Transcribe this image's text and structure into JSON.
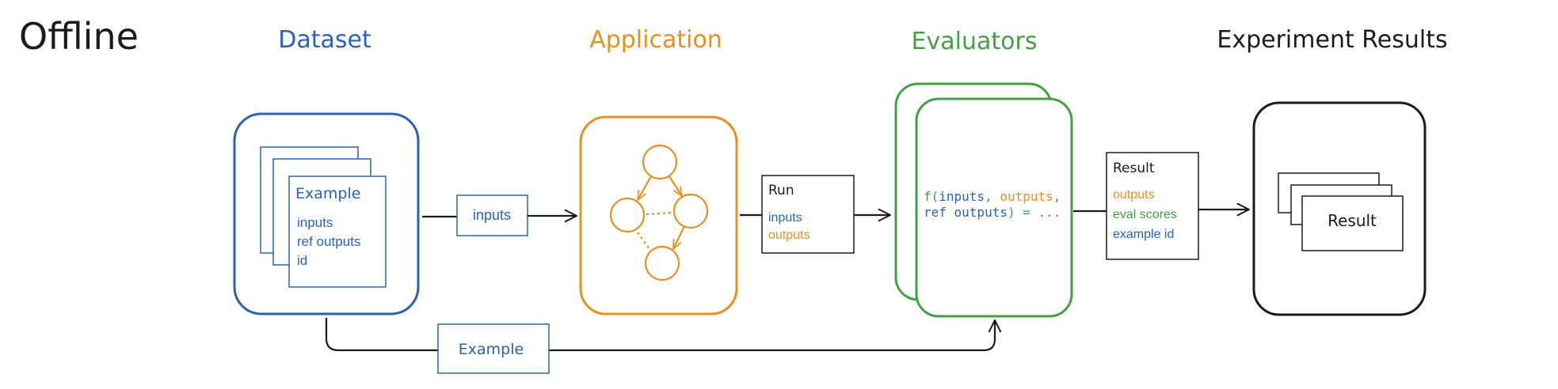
{
  "title": "Offline",
  "colors": {
    "blue": "#2a63b6",
    "orange": "#e8901f",
    "green": "#44a046",
    "black": "#1b1b1b"
  },
  "headers": {
    "dataset": "Dataset",
    "application": "Application",
    "evaluators": "Evaluators",
    "results": "Experiment Results"
  },
  "dataset_card": {
    "title": "Example",
    "fields": [
      "inputs",
      "ref outputs",
      "id"
    ]
  },
  "inputs_label": "inputs",
  "run_card": {
    "title": "Run",
    "inputs": "inputs",
    "outputs": "outputs"
  },
  "evaluator_code": {
    "f": "f(",
    "inputs": "inputs",
    "comma1": ", ",
    "outputs": "outputs",
    "comma2": ",",
    "ref": "ref outputs",
    "tail": ") = ..."
  },
  "result_card": {
    "title": "Result",
    "outputs": "outputs",
    "eval_scores": "eval scores",
    "example_id": "example id"
  },
  "results_label": "Result",
  "example_label": "Example"
}
